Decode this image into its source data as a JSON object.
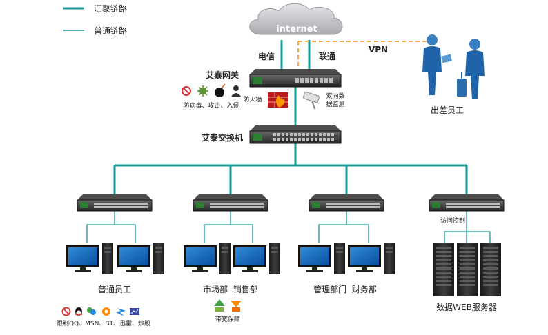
{
  "legend": {
    "aggregate_link": "汇聚链路",
    "normal_link": "普通链路"
  },
  "internet": {
    "label": "internet"
  },
  "isp": {
    "telecom": "电信",
    "unicom": "联通"
  },
  "vpn": {
    "label": "VPN"
  },
  "travelers": {
    "label": "出差员工"
  },
  "gateway": {
    "label": "艾泰网关",
    "security_label": "防病毒、攻击、入侵",
    "firewall_label": "防火墙",
    "monitor_label_line1": "双向数",
    "monitor_label_line2": "据监测"
  },
  "core_switch": {
    "label": "艾泰交换机"
  },
  "groups": [
    {
      "label": "普通员工",
      "sub_label": "限制QQ、MSN、BT、迅雷、炒股"
    },
    {
      "label": "市场部  销售部",
      "sub_label": "带宽保障"
    },
    {
      "label": "管理部门  财务部"
    },
    {
      "label": "数据WEB服务器",
      "access_label": "访问控制"
    }
  ],
  "colors": {
    "link": "#1a9a96",
    "vpn": "#f0a030",
    "device": "#2b2b2b",
    "cloud": "#c6c8cc"
  }
}
